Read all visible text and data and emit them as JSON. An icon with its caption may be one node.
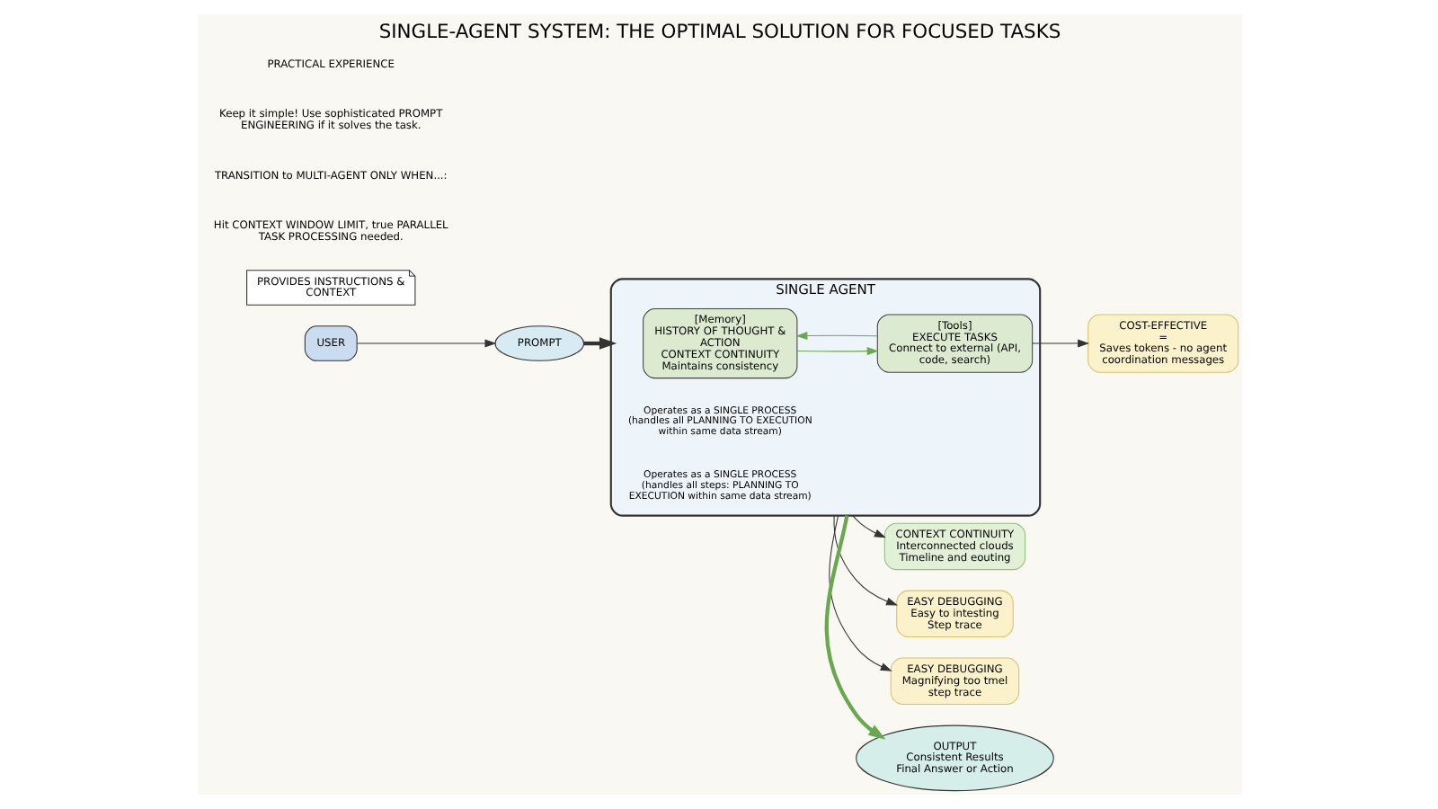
{
  "diagram": {
    "title": "SINGLE-AGENT SYSTEM: THE OPTIMAL SOLUTION FOR FOCUSED TASKS",
    "nodes": [
      {
        "text": [
          "USER"
        ]
      },
      {
        "text": [
          "PROVIDES INSTRUCTIONS & CONTEXT"
        ]
      },
      {
        "text": [
          "PROMPT"
        ]
      },
      {
        "text": [
          "SINGLE AGENT"
        ]
      },
      {
        "text": [
          "[Memory]",
          "HISTORY OF THOUGHT & ACTION",
          "CONTEXT CONTINUITY",
          "Maintains consistency"
        ],
        "in": 3
      },
      {
        "text": [
          "[Tools]",
          "EXECUTE TASKS",
          "Connect to external (API, code, search)"
        ],
        "in": 3
      },
      {
        "text": [
          "CONTEXT CONTINUITY",
          "Interconnected clouds",
          "Timeline and eouting"
        ]
      },
      {
        "text": [
          "EASY DEBUGGING",
          "Easy to intesting",
          "Step trace"
        ]
      },
      {
        "text": [
          "EASY DEBUGGING",
          "Magnifying too tmel",
          "step trace"
        ]
      },
      {
        "text": [
          "OUTPUT",
          "Consistent Results",
          "Final Answer or Action"
        ]
      },
      {
        "text": [
          "COST-EFFECTIVE",
          "=",
          "Saves tokens - no agent coordination messages"
        ]
      }
    ],
    "edges": [
      {
        "from": 0,
        "to": 2,
        "arrow": "to"
      },
      {
        "from": 2,
        "to": 3,
        "arrow": "to",
        "style": "thick"
      },
      {
        "from": 4,
        "to": 5,
        "arrow": "to",
        "color": "#6aa84f"
      },
      {
        "from": 5,
        "to": 4,
        "arrow": "to",
        "color": "#6aa84f"
      },
      {
        "from": 3,
        "to": 6,
        "arrow": "to"
      },
      {
        "from": 3,
        "to": 7,
        "arrow": "to"
      },
      {
        "from": 3,
        "to": 8,
        "arrow": "to"
      },
      {
        "from": 3,
        "to": 9,
        "arrow": "to",
        "style": "thick",
        "color": "#6aa84f"
      },
      {
        "from": 5,
        "to": 10,
        "arrow": "to"
      }
    ],
    "labels": [
      "Operates as a SINGLE PROCESS (handles all PLANNING TO EXECUTION within same data stream)",
      "Operates as a SINGLE PROCESS (handles all steps: PLANNING TO EXECUTION within same data stream)",
      "PRACTICAL EXPERIENCE",
      "Keep it simple! Use sophisticated PROMPT ENGINEERING if it solves the task.",
      "TRANSITION to MULTI-AGENT ONLY WHEN...:",
      "Hit CONTEXT WINDOW LIMIT, true PARALLEL TASK PROCESSING needed."
    ]
  }
}
